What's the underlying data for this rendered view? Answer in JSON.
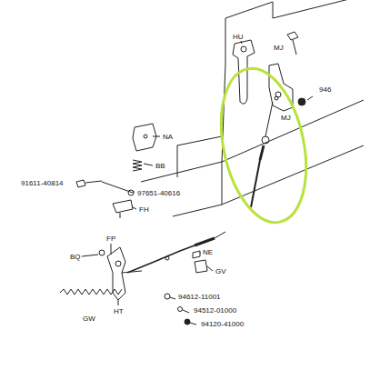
{
  "diagram": {
    "labels": [
      "HU",
      "MJ",
      "946",
      "MJ",
      "NA",
      "BB",
      "91611-40814",
      "97651-40616",
      "FH",
      "FP",
      "BQ",
      "NE",
      "GV",
      "GW",
      "HT",
      "94612-11001",
      "94512-01000",
      "94120-41000"
    ]
  }
}
